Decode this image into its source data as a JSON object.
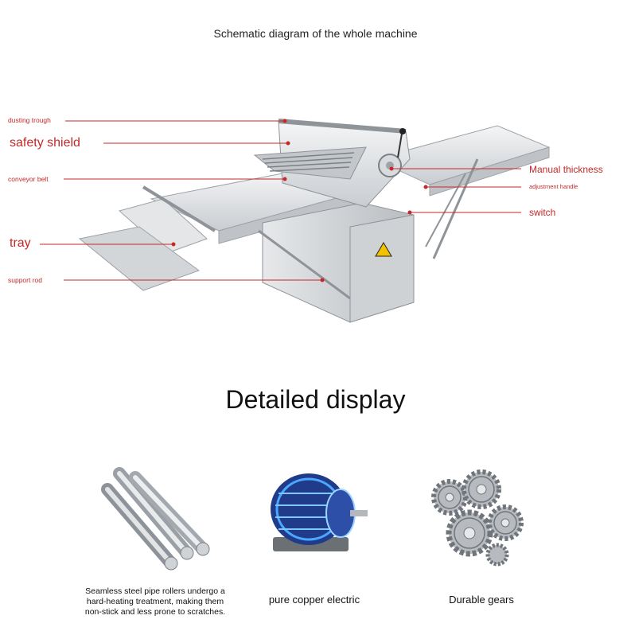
{
  "header": {
    "title": "Schematic diagram of the whole machine"
  },
  "labels": {
    "dusting_trough": "dusting trough",
    "safety_shield": "safety shield",
    "conveyor_belt": "conveyor belt",
    "tray": "tray",
    "support_rod": "support rod",
    "manual_thickness": "Manual thickness",
    "adjustment_handle": "adjustment handle",
    "switch": "switch"
  },
  "detail": {
    "title": "Detailed display",
    "items": [
      {
        "name": "steel-rollers",
        "caption_lines": [
          "Seamless steel pipe rollers undergo a",
          "hard-heating treatment, making them",
          "non-stick and less prone to scratches."
        ]
      },
      {
        "name": "copper-motor",
        "caption": "pure copper electric"
      },
      {
        "name": "gears",
        "caption": "Durable gears"
      }
    ]
  },
  "colors": {
    "label_red": "#c62828",
    "leader_line": "#c62828",
    "steel": "#d9dcdf"
  }
}
